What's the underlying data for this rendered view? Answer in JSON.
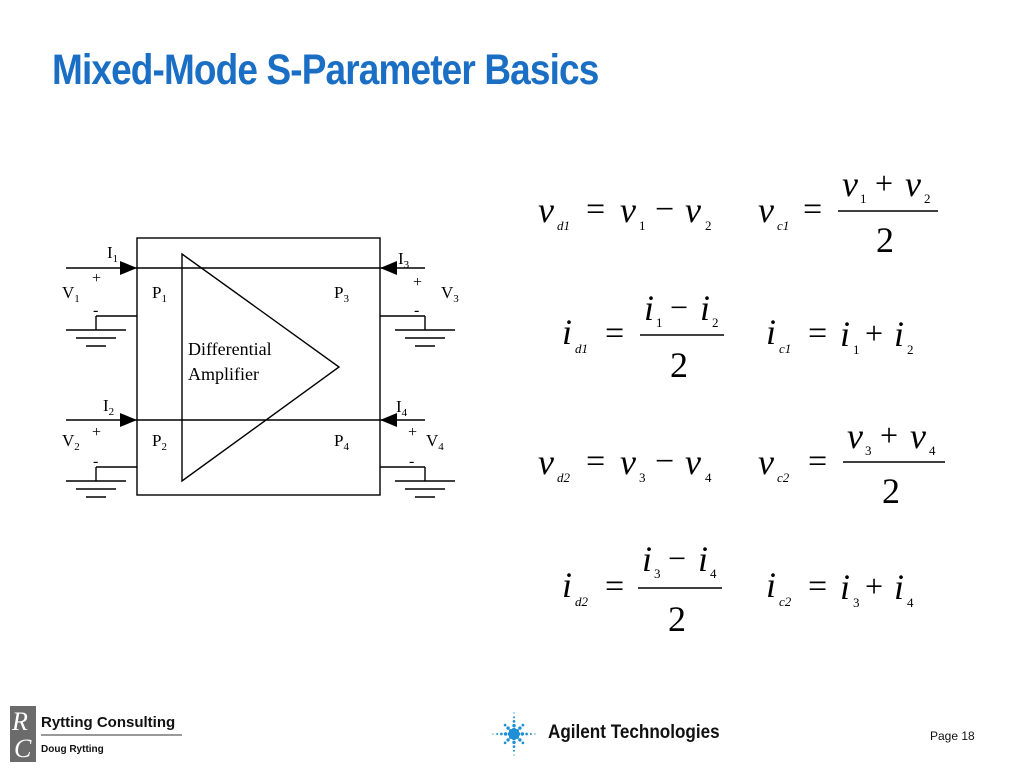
{
  "slide": {
    "title": "Mixed-Mode S-Parameter Basics"
  },
  "diagram": {
    "amplifier_label_line1": "Differential",
    "amplifier_label_line2": "Amplifier",
    "ports": [
      {
        "voltage": "V",
        "vsub": "1",
        "current": "I",
        "isub": "1",
        "port": "P",
        "psub": "1",
        "plus": "+",
        "minus": "-"
      },
      {
        "voltage": "V",
        "vsub": "2",
        "current": "I",
        "isub": "2",
        "port": "P",
        "psub": "2",
        "plus": "+",
        "minus": "-"
      },
      {
        "voltage": "V",
        "vsub": "3",
        "current": "I",
        "isub": "3",
        "port": "P",
        "psub": "3",
        "plus": "+",
        "minus": "-"
      },
      {
        "voltage": "V",
        "vsub": "4",
        "current": "I",
        "isub": "4",
        "port": "P",
        "psub": "4",
        "plus": "+",
        "minus": "-"
      }
    ]
  },
  "equations": {
    "vd1": {
      "lhs": "v",
      "lhs_sub": "d1",
      "eq": "=",
      "a": "v",
      "a_sub": "1",
      "op": "−",
      "b": "v",
      "b_sub": "2"
    },
    "vc1": {
      "lhs": "v",
      "lhs_sub": "c1",
      "eq": "=",
      "a": "v",
      "a_sub": "1",
      "op": "+",
      "b": "v",
      "b_sub": "2",
      "den": "2"
    },
    "id1": {
      "lhs": "i",
      "lhs_sub": "d1",
      "eq": "=",
      "a": "i",
      "a_sub": "1",
      "op": "−",
      "b": "i",
      "b_sub": "2",
      "den": "2"
    },
    "ic1": {
      "lhs": "i",
      "lhs_sub": "c1",
      "eq": "=",
      "a": "i",
      "a_sub": "1",
      "op": "+",
      "b": "i",
      "b_sub": "2"
    },
    "vd2": {
      "lhs": "v",
      "lhs_sub": "d2",
      "eq": "=",
      "a": "v",
      "a_sub": "3",
      "op": "−",
      "b": "v",
      "b_sub": "4"
    },
    "vc2": {
      "lhs": "v",
      "lhs_sub": "c2",
      "eq": "=",
      "a": "v",
      "a_sub": "3",
      "op": "+",
      "b": "v",
      "b_sub": "4",
      "den": "2"
    },
    "id2": {
      "lhs": "i",
      "lhs_sub": "d2",
      "eq": "=",
      "a": "i",
      "a_sub": "3",
      "op": "−",
      "b": "i",
      "b_sub": "4",
      "den": "2"
    },
    "ic2": {
      "lhs": "i",
      "lhs_sub": "c2",
      "eq": "=",
      "a": "i",
      "a_sub": "3",
      "op": "+",
      "b": "i",
      "b_sub": "4"
    }
  },
  "footer": {
    "rc_letter_r": "R",
    "rc_letter_c": "C",
    "company": "Rytting Consulting",
    "person": "Doug Rytting",
    "agilent": "Agilent Technologies",
    "page": "Page 18"
  },
  "colors": {
    "title": "#1a6fc4",
    "agilent_blue": "#1e8fd6"
  }
}
